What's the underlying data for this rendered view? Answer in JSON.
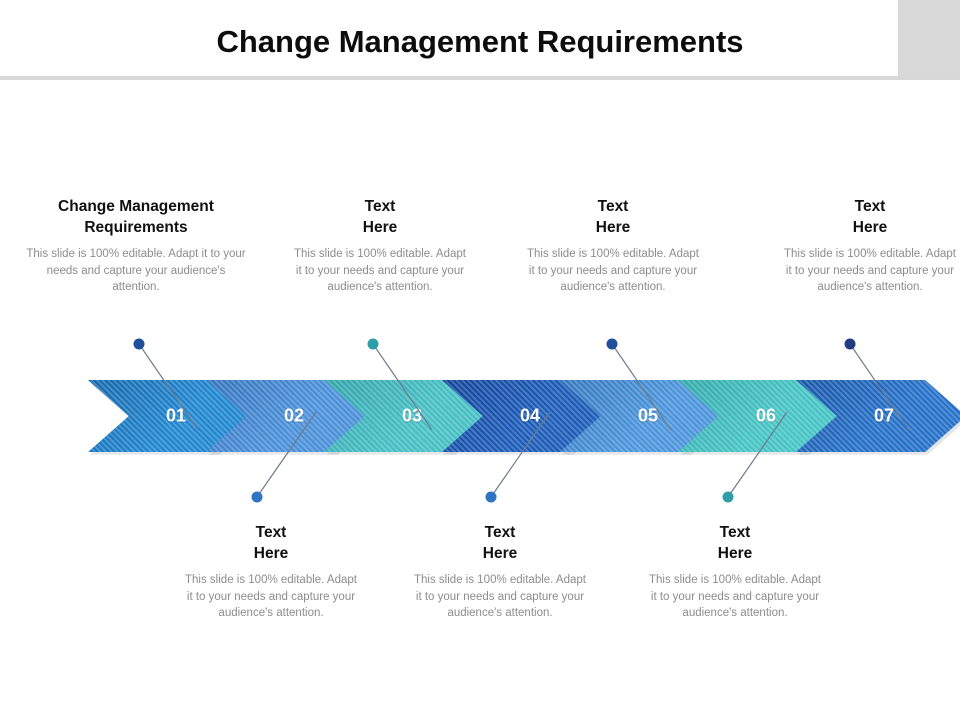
{
  "slide": {
    "title": "Change Management Requirements",
    "background_color": "#ffffff",
    "accent_color": "#d9d9d9",
    "divider_color": "#d8d8d8",
    "title_color": "#0d0d0d"
  },
  "body_text": "This slide is 100% editable. Adapt it to your needs and capture your audience's attention.",
  "top_blocks": [
    {
      "heading": "Change Management\nRequirements",
      "body": "This slide is 100% editable. Adapt it to your needs and capture your audience's attention."
    },
    {
      "heading": "Text\nHere",
      "body": "This slide is 100% editable. Adapt it to your needs and capture your audience's attention."
    },
    {
      "heading": "Text\nHere",
      "body": "This slide is 100% editable. Adapt it to your needs and capture your audience's attention."
    },
    {
      "heading": "Text\nHere",
      "body": "This slide is 100% editable. Adapt it to your needs and capture your audience's attention."
    }
  ],
  "bottom_blocks": [
    {
      "heading": "Text\nHere",
      "body": "This slide is 100% editable. Adapt it to your needs and capture your audience's attention."
    },
    {
      "heading": "Text\nHere",
      "body": "This slide is 100% editable. Adapt it to your needs and capture your audience's attention."
    },
    {
      "heading": "Text\nHere",
      "body": "This slide is 100% editable. Adapt it to your needs and capture your audience's attention."
    }
  ],
  "chevrons": [
    {
      "label": "01",
      "color": "#1f86d0",
      "color_dark": "#1266aa"
    },
    {
      "label": "02",
      "color": "#4a90d9",
      "color_dark": "#3273bb"
    },
    {
      "label": "03",
      "color": "#45bfc4",
      "color_dark": "#2fa3a8"
    },
    {
      "label": "04",
      "color": "#1c5cb8",
      "color_dark": "#10429a"
    },
    {
      "label": "05",
      "color": "#4a95db",
      "color_dark": "#3277bd"
    },
    {
      "label": "06",
      "color": "#45c4c4",
      "color_dark": "#2fa8a8"
    },
    {
      "label": "07",
      "color": "#2470c8",
      "color_dark": "#1755a6"
    }
  ],
  "connectors": {
    "top": [
      {
        "dot_color": "#1f4e9c",
        "line_color": "#6d7b8d"
      },
      {
        "dot_color": "#2f9ea8",
        "line_color": "#6d7b8d"
      },
      {
        "dot_color": "#1f4e9c",
        "line_color": "#6d7b8d"
      },
      {
        "dot_color": "#1f3d80",
        "line_color": "#6d7b8d"
      }
    ],
    "bottom": [
      {
        "dot_color": "#2f74c0",
        "line_color": "#6d7b8d"
      },
      {
        "dot_color": "#2f74c0",
        "line_color": "#6d7b8d"
      },
      {
        "dot_color": "#2f9ea8",
        "line_color": "#6d7b8d"
      }
    ]
  }
}
